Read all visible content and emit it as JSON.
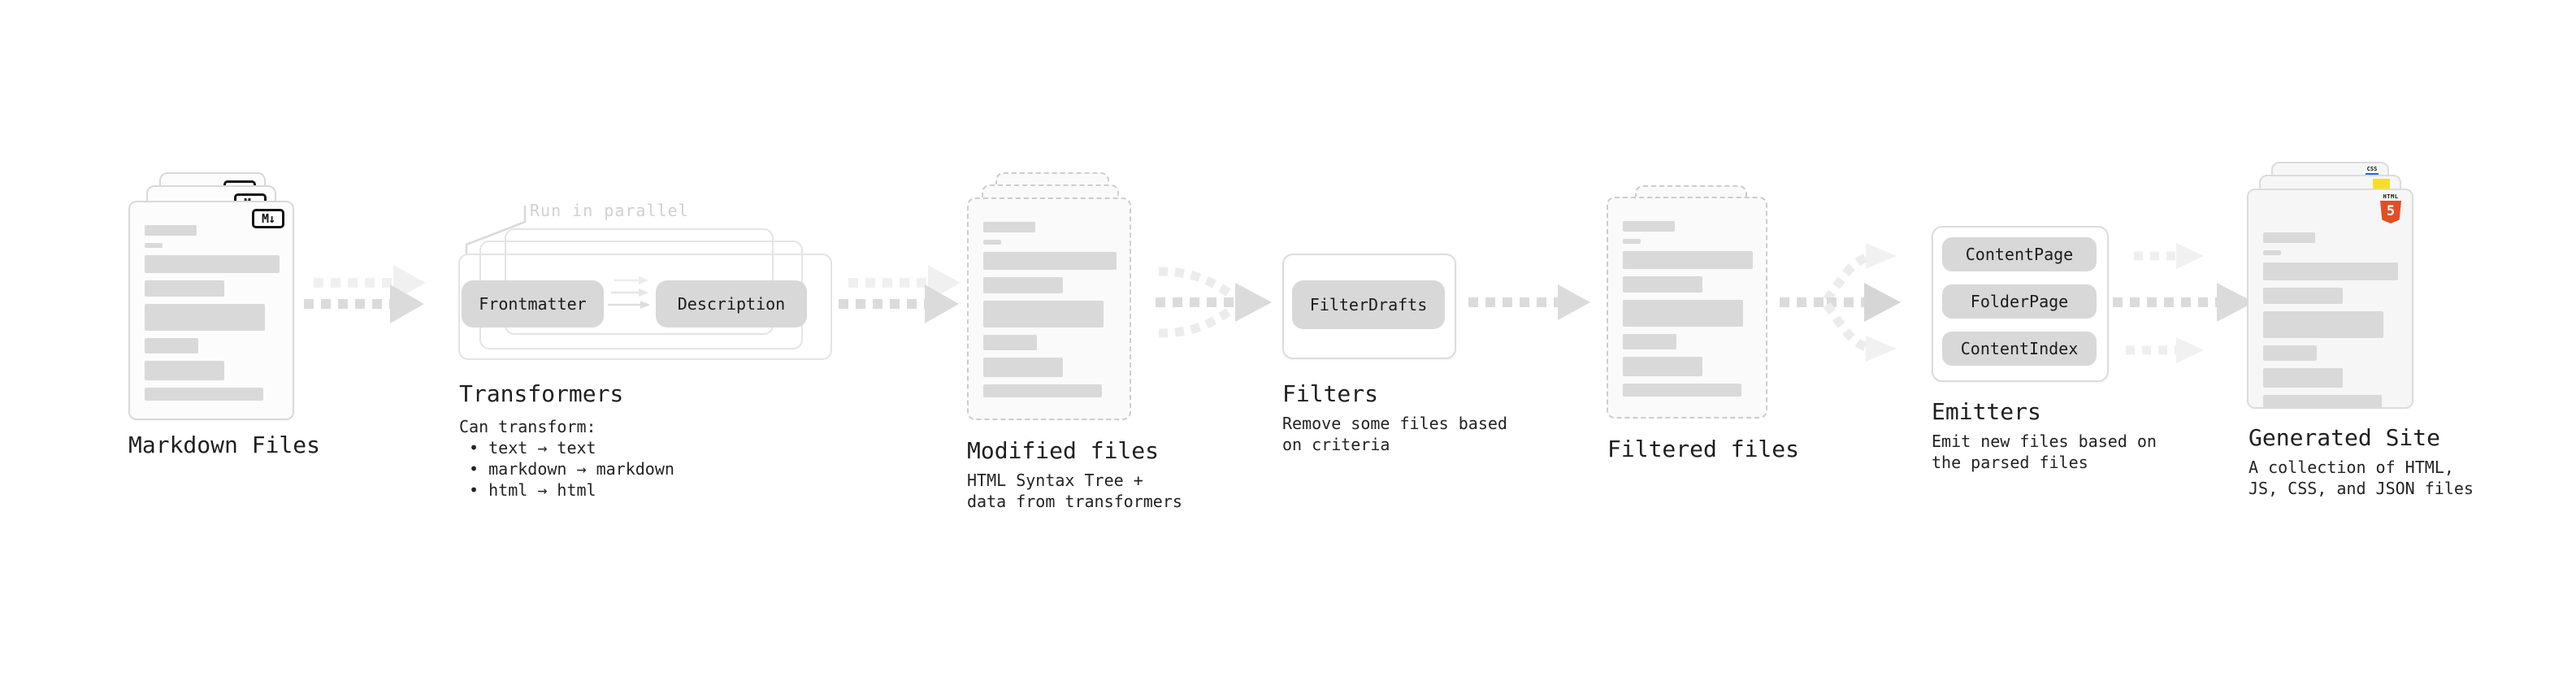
{
  "stages": {
    "markdown": {
      "label": "Markdown Files",
      "badge": "M↓"
    },
    "transformers": {
      "label": "Transformers",
      "note": "Run in parallel",
      "pill_frontmatter": "Frontmatter",
      "pill_description": "Description",
      "desc": "Can transform:\n • text → text\n • markdown → markdown\n • html → html"
    },
    "modified": {
      "label": "Modified files",
      "desc": "HTML Syntax Tree +\ndata from transformers"
    },
    "filters": {
      "label": "Filters",
      "pill_filterdrafts": "FilterDrafts",
      "desc": "Remove some files based\non criteria"
    },
    "filtered": {
      "label": "Filtered files"
    },
    "emitters": {
      "label": "Emitters",
      "pill_contentpage": "ContentPage",
      "pill_folderpage": "FolderPage",
      "pill_contentindex": "ContentIndex",
      "desc": "Emit new files based on\nthe parsed files"
    },
    "generated": {
      "label": "Generated Site",
      "desc": "A collection of HTML,\nJS, CSS, and JSON files",
      "badge_html": "HTML",
      "badge_html_number": "5",
      "badge_css": "CSS"
    }
  },
  "colors": {
    "accent_html5": "#e44d26",
    "accent_js": "#f7df1e",
    "accent_css": "#2862e9",
    "doc_bar": "#d9d9d9",
    "arrow": "#dbdbdb",
    "arrow_faint": "#efefef",
    "note_text": "#d0d0d0"
  }
}
